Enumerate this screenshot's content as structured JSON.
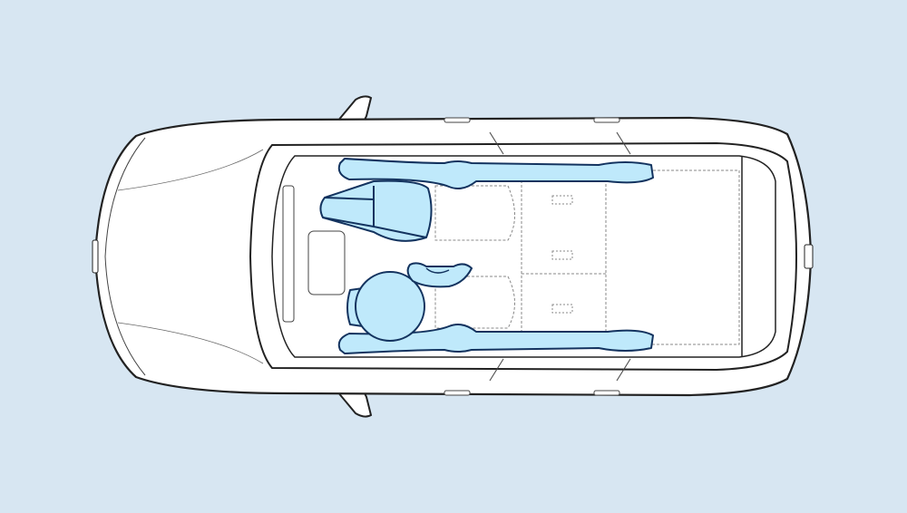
{
  "colors": {
    "background": "#d7e6f2",
    "car_body": "#ffffff",
    "outline": "#222222",
    "airbag_fill": "#bfe9fb",
    "airbag_stroke": "#13335f",
    "seat_dotted": "#888888"
  },
  "airbags": [
    {
      "id": "curtain-left"
    },
    {
      "id": "curtain-right"
    },
    {
      "id": "driver-front"
    },
    {
      "id": "driver-knee"
    },
    {
      "id": "passenger-front"
    },
    {
      "id": "driver-side"
    }
  ]
}
